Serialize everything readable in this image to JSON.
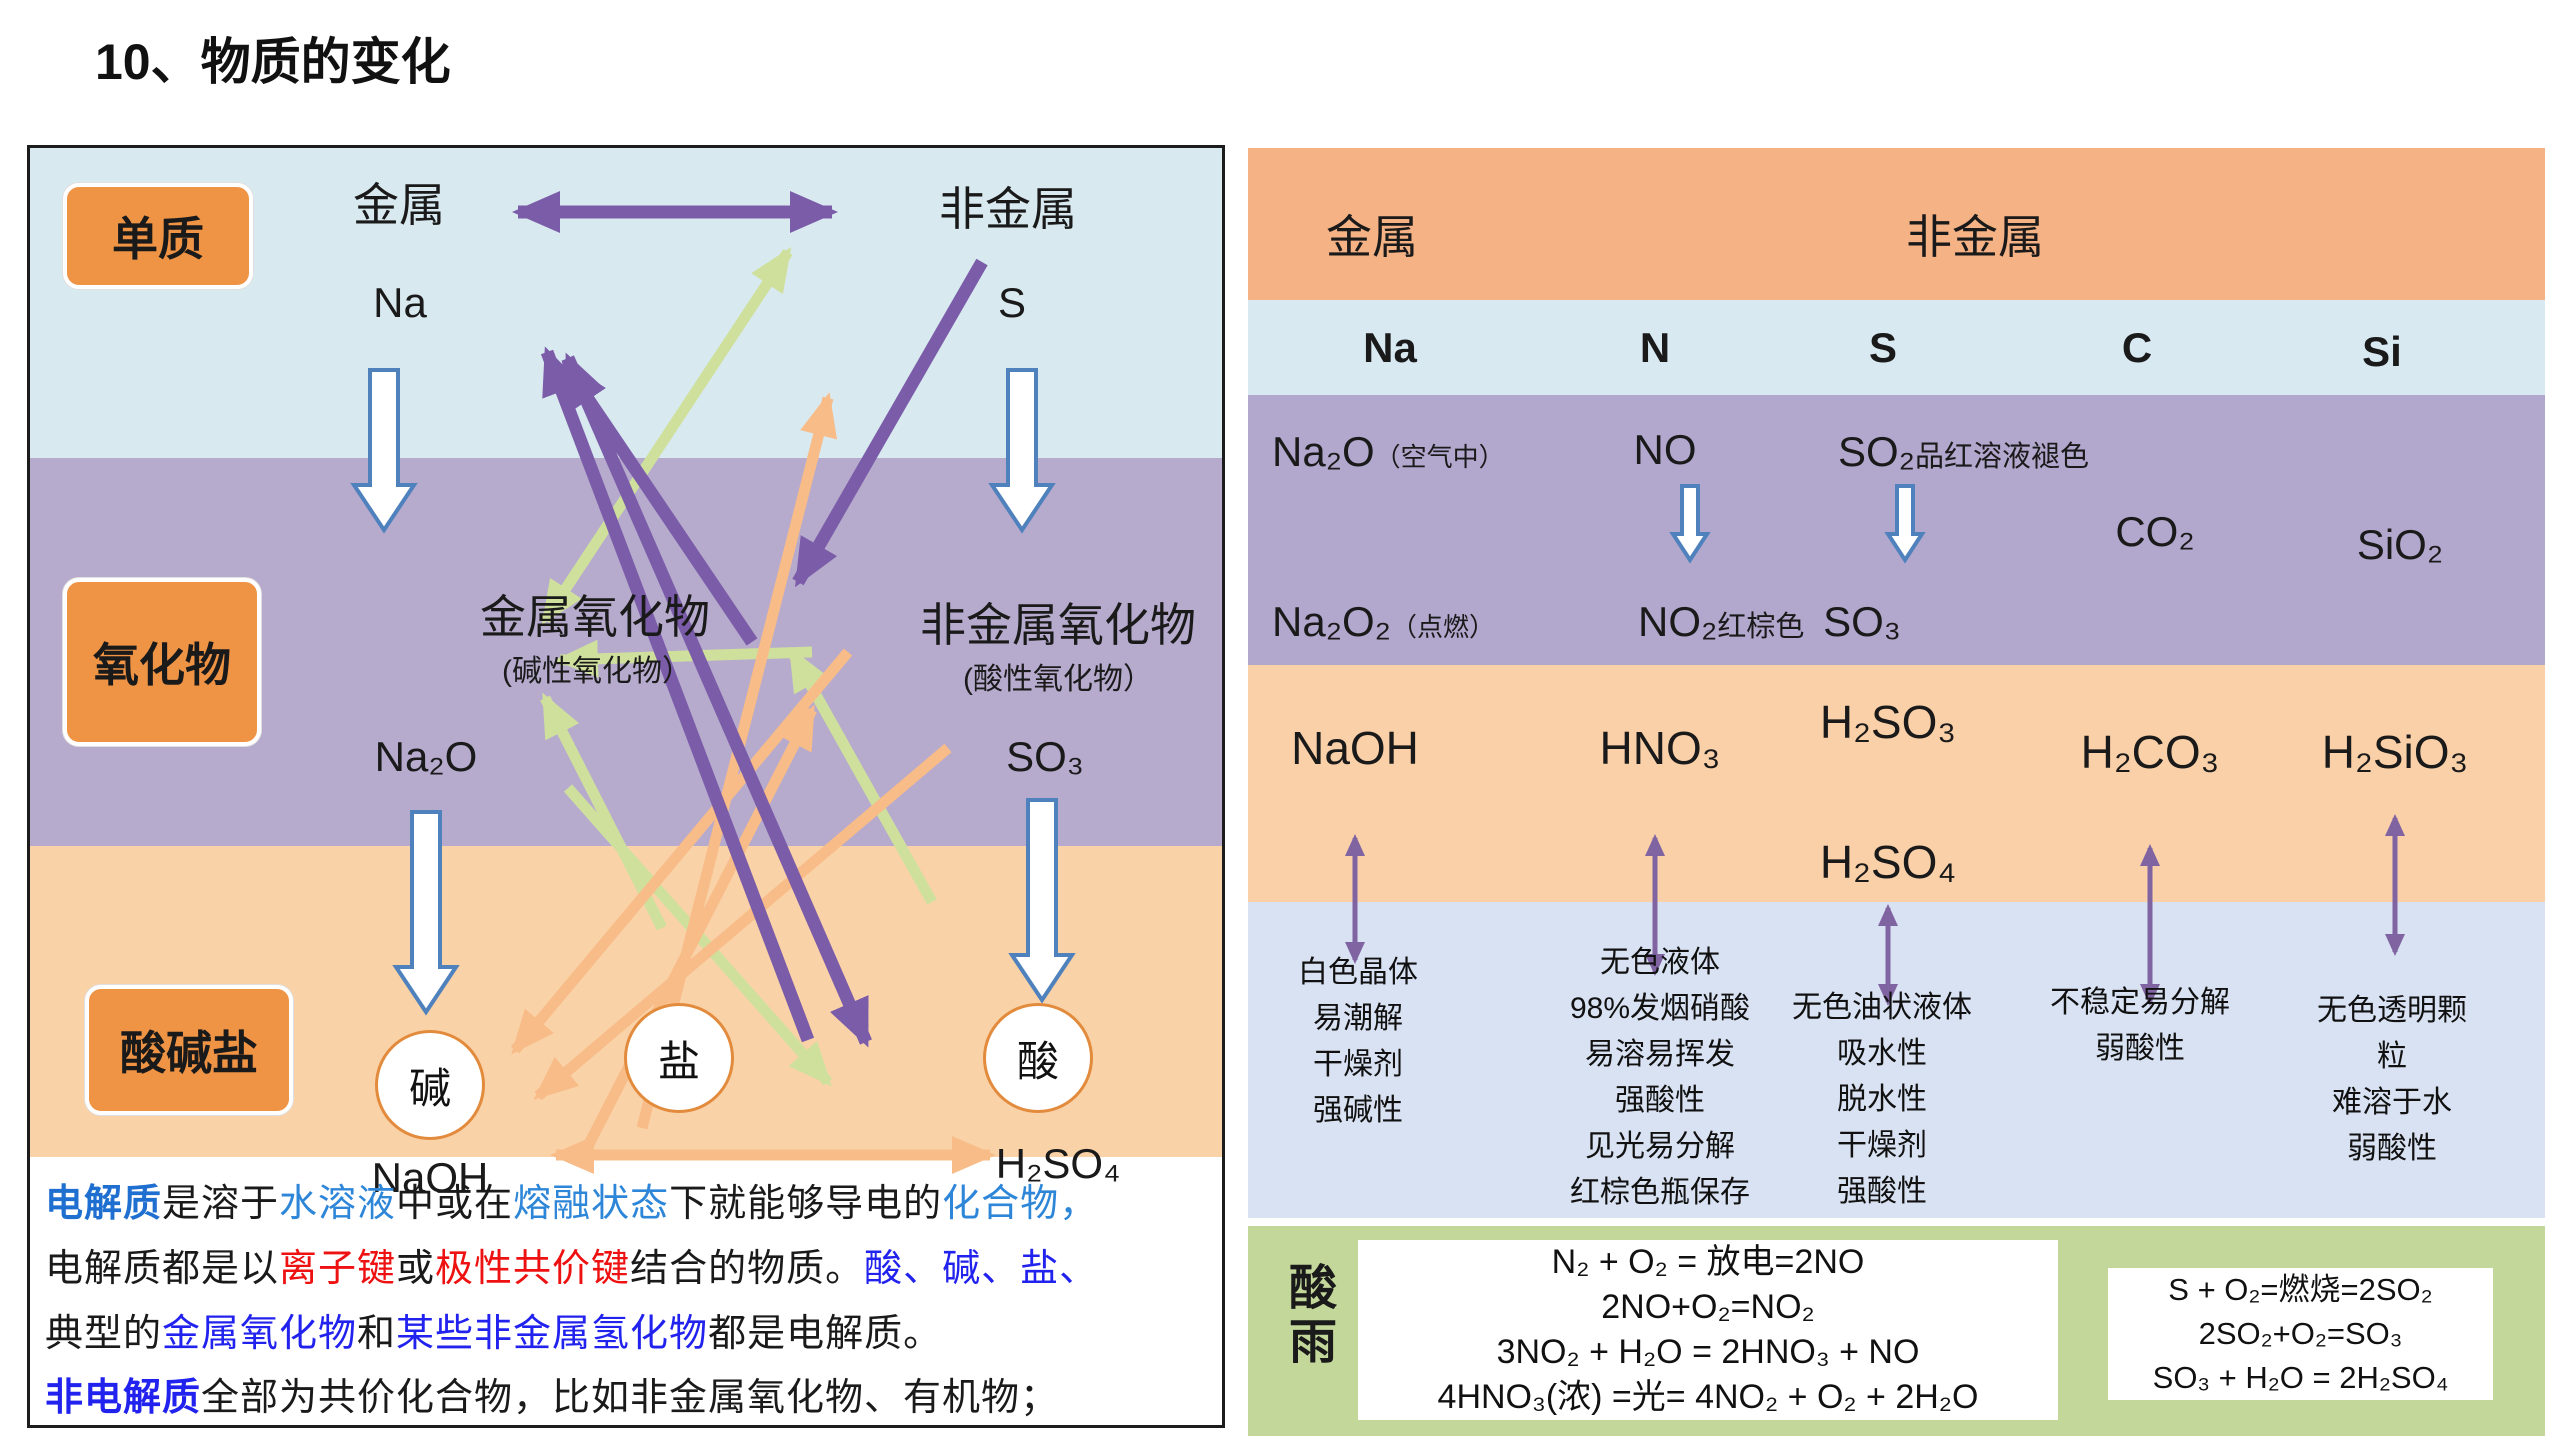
{
  "title": "10、物质的变化",
  "colors": {
    "band_light_blue": "#d8eaf0",
    "band_purple": "#b6aacd",
    "band_orange": "#fad2a8",
    "label_box_orange": "#ef9345",
    "arrow_purple": "#7b5ca8",
    "arrow_green": "#cfe09d",
    "arrow_orange": "#f8bc88",
    "small_arrow_purple": "#8064a2",
    "right_header_orange": "#f5b285",
    "right_element_row_blue": "#d8e9f2",
    "right_purple": "#b2a7cd",
    "right_acid_orange": "#fad0a8",
    "right_desc_blue": "#d9e2f2",
    "right_green": "#c3d79b"
  },
  "left": {
    "row_labels": {
      "danzhi": "单质",
      "yanghuawu": "氧化物",
      "suanjianyan": "酸碱盐"
    },
    "nodes": {
      "metal": "金属",
      "metal_example": "Na",
      "nonmetal": "非金属",
      "nonmetal_example": "S",
      "metal_oxide": "金属氧化物",
      "metal_oxide_sub": "(碱性氧化物）",
      "metal_oxide_example": "Na₂O",
      "nonmetal_oxide": "非金属氧化物",
      "nonmetal_oxide_sub": "(酸性氧化物）",
      "nonmetal_oxide_example": "SO₃",
      "base": "碱",
      "base_example": "NaOH",
      "salt": "盐",
      "acid": "酸",
      "acid_example": "H₂SO₄"
    },
    "note": {
      "l1": [
        "电解质",
        "是溶于",
        "水溶液",
        "中或在",
        "熔融状态",
        "下就能够导电的",
        "化合物，"
      ],
      "l2": [
        "电解质都是以",
        "离子键",
        "或",
        "极性共价键",
        "结合的物质。",
        "酸、碱、盐、"
      ],
      "l3": [
        "典型的",
        "金属氧化物",
        "和",
        "某些非金属氢化物",
        "都是电解质。"
      ],
      "l4": [
        "非电解质",
        "全部为共价化合物，比如非金属氧化物、有机物；"
      ]
    }
  },
  "right": {
    "header": {
      "metal": "金属",
      "nonmetal": "非金属"
    },
    "elements": [
      "Na",
      "N",
      "S",
      "C",
      "Si"
    ],
    "oxides": {
      "na2o": "Na₂O",
      "na2o_note": "（空气中）",
      "no": "NO",
      "so2": "SO₂",
      "so2_note": "品红溶液褪色",
      "co2": "CO₂",
      "sio2": "SiO₂",
      "na2o2": "Na₂O₂",
      "na2o2_note": "（点燃）",
      "no2": "NO₂",
      "no2_note": "红棕色",
      "so3": "SO₃"
    },
    "acids": {
      "naoh": "NaOH",
      "hno3": "HNO₃",
      "h2so3": "H₂SO₃",
      "h2so4": "H₂SO₄",
      "h2co3": "H₂CO₃",
      "h2sio3": "H₂SiO₃"
    },
    "properties": {
      "na": "白色晶体\n易潮解\n干燥剂\n强碱性",
      "n": "无色液体\n98%发烟硝酸\n易溶易挥发\n强酸性\n见光易分解\n红棕色瓶保存",
      "s": "无色油状液体\n吸水性\n脱水性\n干燥剂\n强酸性",
      "c": "不稳定易分解\n弱酸性",
      "si": "无色透明颗粒\n难溶于水\n弱酸性"
    },
    "acid_rain": {
      "label": "酸雨",
      "nox_equations": "N₂ + O₂ = 放电=2NO\n2NO+O₂=NO₂\n3NO₂ + H₂O = 2HNO₃ + NO\n4HNO₃(浓) =光= 4NO₂ + O₂ + 2H₂O",
      "sox_equations": "S + O₂=燃烧=2SO₂\n2SO₂+O₂=SO₃\nSO₃ + H₂O = 2H₂SO₄"
    }
  }
}
